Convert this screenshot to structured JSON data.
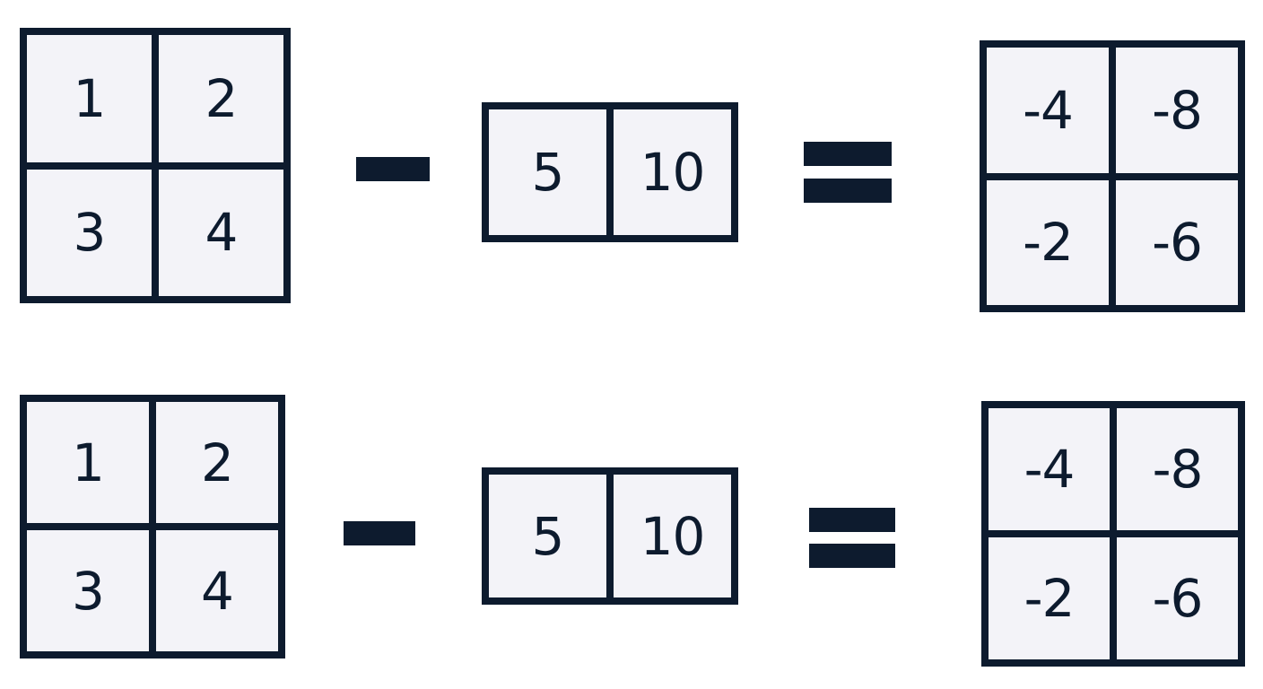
{
  "colors": {
    "line": "#0d1b2e",
    "cell_fill": "#f3f3f8",
    "background": "#ffffff"
  },
  "rows": [
    {
      "left_matrix": {
        "shape": [
          2,
          2
        ],
        "cells": [
          "1",
          "2",
          "3",
          "4"
        ]
      },
      "operator": "minus",
      "right_vector": {
        "shape": [
          1,
          2
        ],
        "cells": [
          "5",
          "10"
        ]
      },
      "relation": "equals",
      "result_matrix": {
        "shape": [
          2,
          2
        ],
        "cells": [
          "-4",
          "-8",
          "-2",
          "-6"
        ]
      }
    },
    {
      "left_matrix": {
        "shape": [
          2,
          2
        ],
        "cells": [
          "1",
          "2",
          "3",
          "4"
        ]
      },
      "operator": "minus",
      "right_vector": {
        "shape": [
          1,
          2
        ],
        "cells": [
          "5",
          "10"
        ]
      },
      "relation": "equals",
      "result_matrix": {
        "shape": [
          2,
          2
        ],
        "cells": [
          "-4",
          "-8",
          "-2",
          "-6"
        ]
      }
    }
  ]
}
